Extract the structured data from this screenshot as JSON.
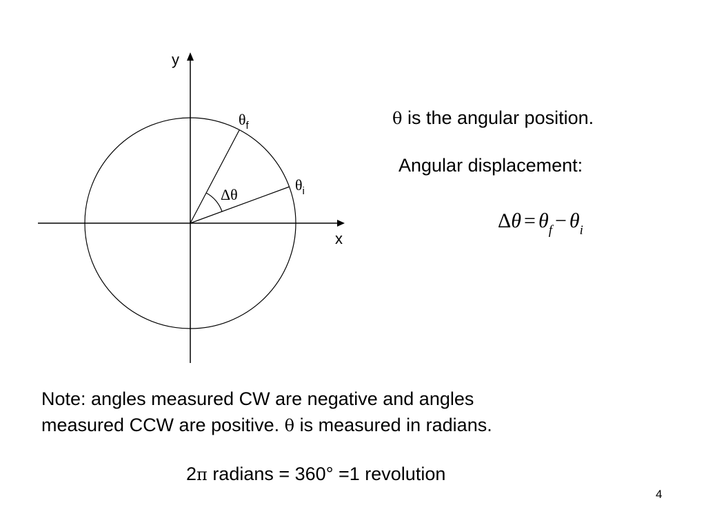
{
  "diagram": {
    "y_axis_label": "y",
    "x_axis_label": "x",
    "theta_final_symbol": "θ",
    "theta_final_subscript": "f",
    "theta_initial_symbol": "θ",
    "theta_initial_subscript": "i",
    "delta_theta_label": "Δθ"
  },
  "text": {
    "angular_position_symbol": "θ",
    "angular_position": " is the angular position.",
    "angular_displacement": "Angular displacement:",
    "note_line1": "Note: angles measured CW are negative and angles",
    "note_line2_a": "measured CCW are positive.  ",
    "note_symbol": "θ",
    "note_line2_b": " is measured in radians.",
    "conversion_a": "2",
    "conversion_pi": "π",
    "conversion_b": " radians = 360",
    "conversion_deg": "°",
    "conversion_c": " =1 revolution"
  },
  "equation": {
    "delta": "Δ",
    "theta": "θ",
    "equals": "=",
    "theta_f": "θ",
    "sub_f": "f",
    "minus": "−",
    "theta_i": "θ",
    "sub_i": "i"
  },
  "page_number": "4",
  "colors": {
    "line": "#000000",
    "background": "#ffffff"
  }
}
